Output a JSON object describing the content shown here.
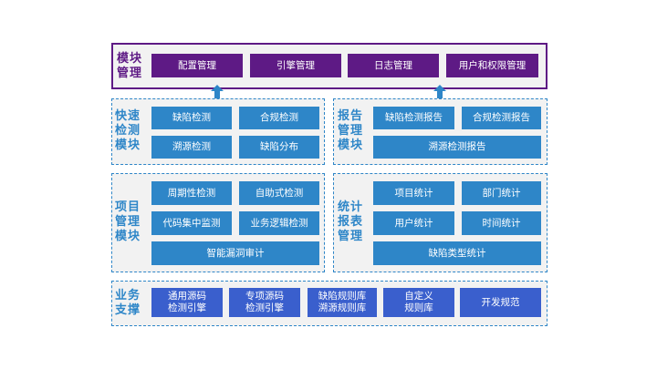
{
  "colors": {
    "purple": "#5e1a85",
    "blue": "#2e86c8",
    "royal": "#3a5fcd",
    "panel_bg": "#f2f2f2"
  },
  "module_mgmt": {
    "title": "模块\n管理",
    "items": [
      "配置管理",
      "引擎管理",
      "日志管理",
      "用户和权限管理"
    ]
  },
  "quick_detect": {
    "title": "快速\n检测\n模块",
    "items": [
      "缺陷检测",
      "合规检测",
      "溯源检测",
      "缺陷分布"
    ]
  },
  "report_mgmt": {
    "title": "报告\n管理\n模块",
    "items": [
      "缺陷检测报告",
      "合规检测报告",
      "溯源检测报告"
    ]
  },
  "project_mgmt": {
    "title": "项目\n管理\n模块",
    "items": [
      "周期性检测",
      "自助式检测",
      "代码集中监测",
      "业务逻辑检测",
      "智能漏洞审计"
    ]
  },
  "stats_mgmt": {
    "title": "统计\n报表\n管理",
    "items": [
      "项目统计",
      "部门统计",
      "用户统计",
      "时间统计",
      "缺陷类型统计"
    ]
  },
  "business_support": {
    "title": "业务\n支撑",
    "items": [
      "通用源码\n检测引擎",
      "专项源码\n检测引擎",
      "缺陷规则库\n溯源规则库",
      "自定义\n规则库",
      "开发规范"
    ]
  },
  "arrows": [
    "arrow-up-icon",
    "arrow-up-icon"
  ]
}
